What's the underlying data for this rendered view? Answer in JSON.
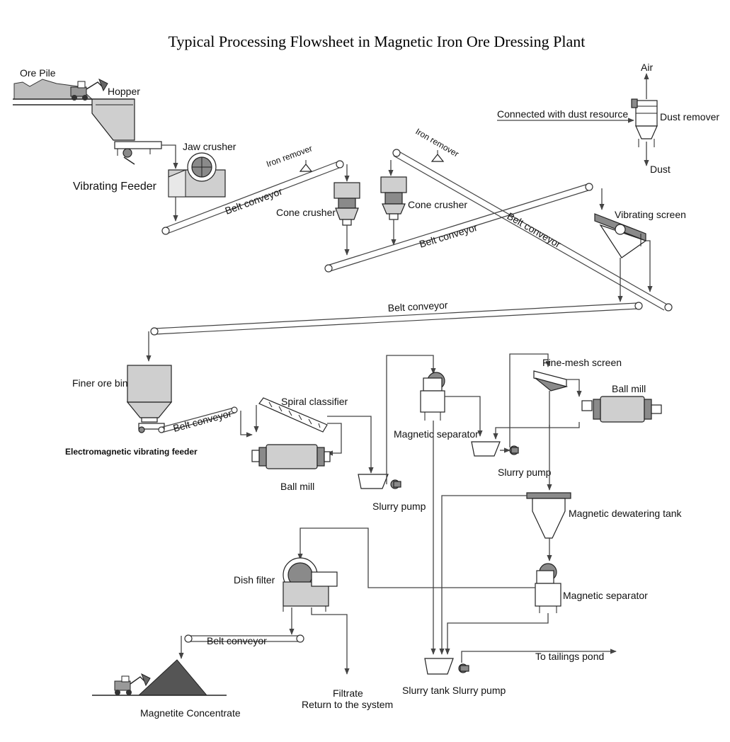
{
  "title": "Typical Processing Flowsheet in Magnetic Iron Ore Dressing Plant",
  "labels": {
    "ore_pile": "Ore Pile",
    "hopper": "Hopper",
    "jaw_crusher": "Jaw crusher",
    "vibrating_feeder": "Vibrating Feeder",
    "iron_remover_1": "Iron remover",
    "iron_remover_2": "Iron remover",
    "belt_conveyor_1": "Belt conveyor",
    "belt_conveyor_2": "Belt conveyor",
    "belt_conveyor_3": "Belt conveyor",
    "belt_conveyor_4": "Belt conveyor",
    "belt_conveyor_5": "Belt conveyor",
    "belt_conveyor_6": "Belt conveyor",
    "cone_crusher_1": "Cone crusher",
    "cone_crusher_2": "Cone crusher",
    "air": "Air",
    "connected_dust": "Connected with dust resource",
    "dust_remover": "Dust remover",
    "dust": "Dust",
    "vibrating_screen": "Vibrating screen",
    "finer_ore_bin": "Finer ore bin",
    "em_vibrating_feeder": "Electromagnetic vibrating feeder",
    "spiral_classifier": "Spiral classifier",
    "ball_mill_1": "Ball mill",
    "ball_mill_2": "Ball mill",
    "magnetic_separator_1": "Magnetic separator",
    "magnetic_separator_2": "Magnetic separator",
    "fine_mesh_screen": "Fine-mesh screen",
    "slurry_pump_1": "Slurry pump",
    "slurry_pump_2": "Slurry pump",
    "magnetic_dewatering_tank": "Magnetic dewatering tank",
    "dish_filter": "Dish filter",
    "to_tailings_pond": "To tailings pond",
    "filtrate": "Filtrate",
    "return_to_system": "Return to the system",
    "slurry_tank_pump": "Slurry tank Slurry pump",
    "magnetite_concentrate": "Magnetite Concentrate"
  },
  "colors": {
    "line": "#444444",
    "equipment_fill": "#cfcfcf",
    "equipment_dark": "#8a8a8a",
    "background": "#ffffff"
  }
}
